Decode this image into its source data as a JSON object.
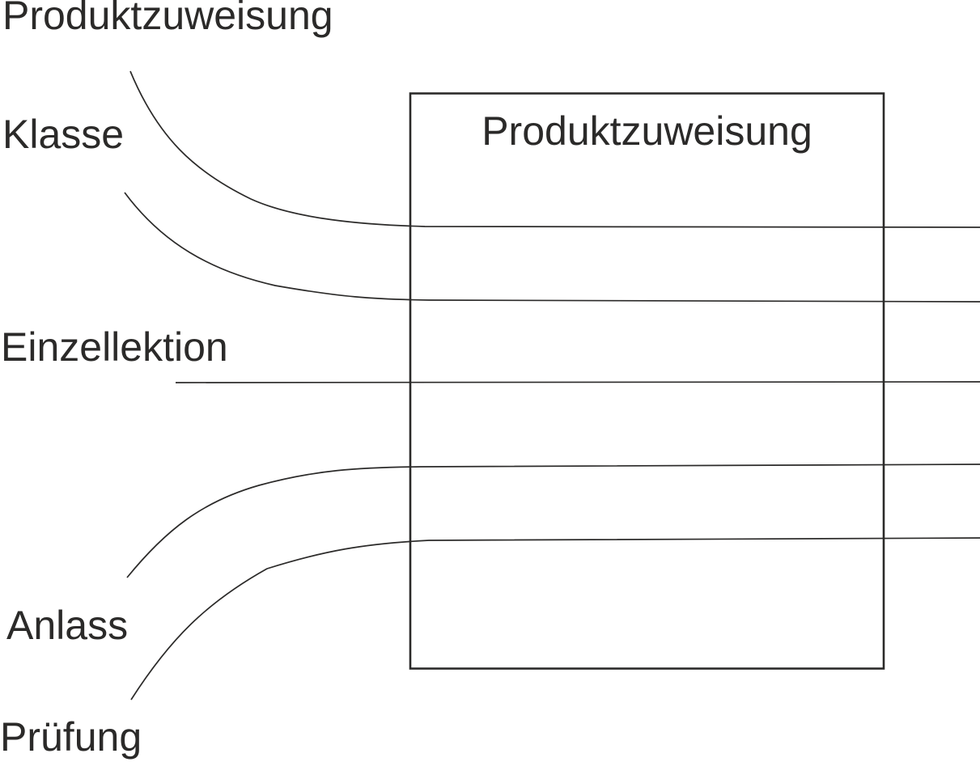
{
  "diagram": {
    "background": "#ffffff",
    "colors": {
      "ink": "#2b2a29"
    },
    "box": {
      "title": "Produktzuweisung"
    },
    "labels": [
      {
        "id": "produktzuweisung",
        "text": "Produktzuweisung",
        "connector": "curved-line-into-box"
      },
      {
        "id": "klasse",
        "text": "Klasse",
        "connector": "curved-line-into-box"
      },
      {
        "id": "einzellektion",
        "text": "Einzellektion",
        "connector": "straight-line-through-box"
      },
      {
        "id": "anlass",
        "text": "Anlass",
        "connector": "curved-line-into-box"
      },
      {
        "id": "pruefung",
        "text": "Prüfung",
        "connector": "curved-line-into-box"
      }
    ]
  }
}
